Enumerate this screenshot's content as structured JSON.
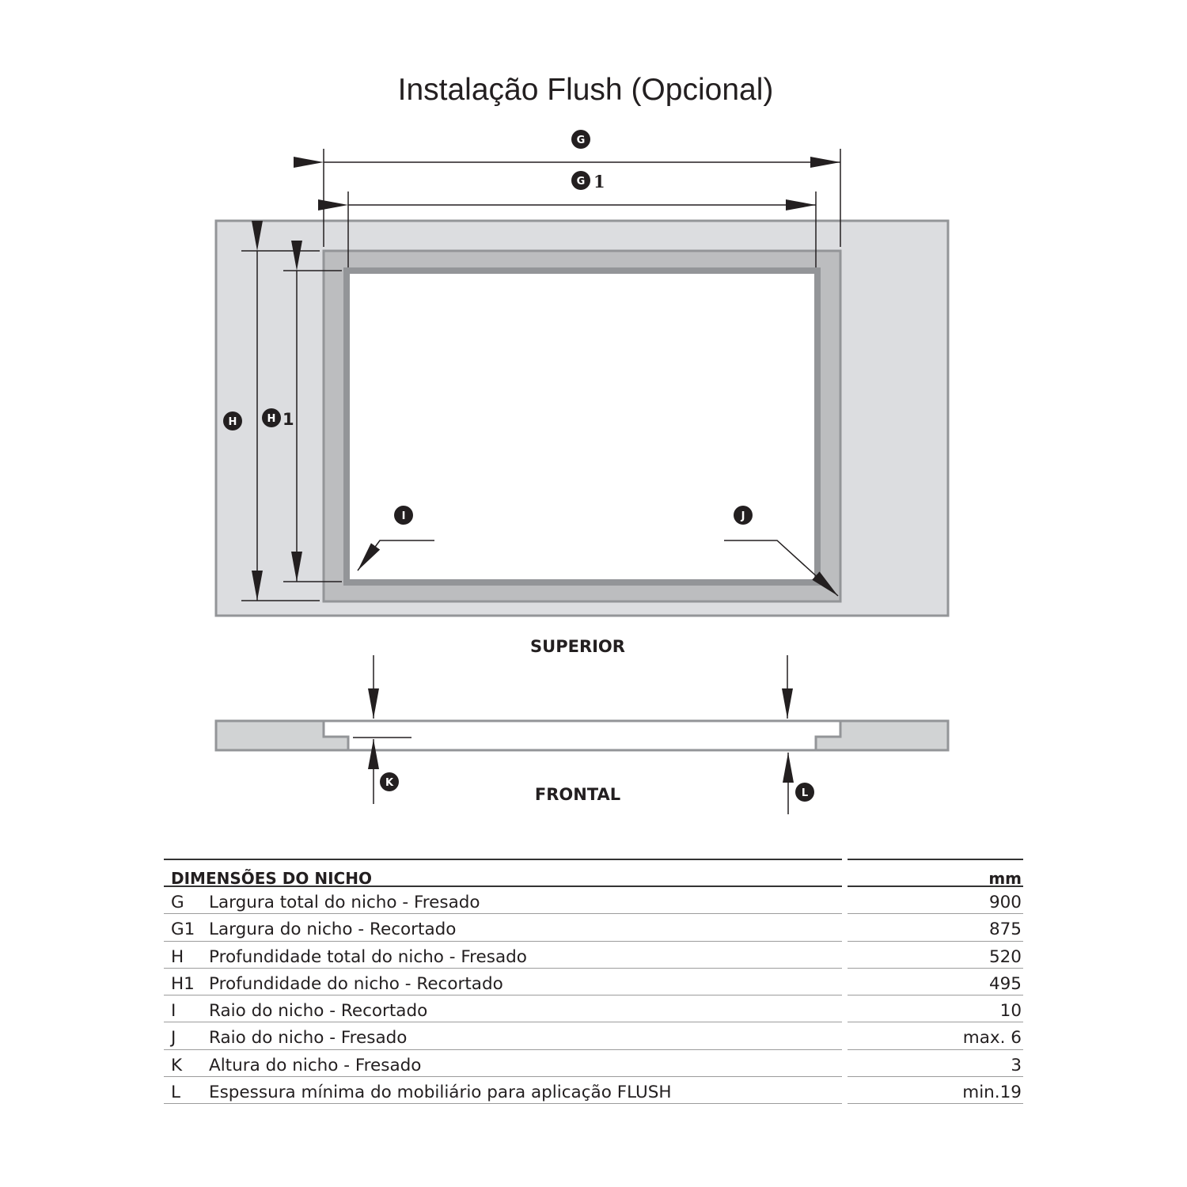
{
  "title": "Instalação Flush (Opcional)",
  "labels": {
    "G": "G",
    "G1_letter": "G",
    "G1_suffix": "1",
    "H": "H",
    "H1_letter": "H",
    "H1_suffix": "1",
    "I": "I",
    "J": "J",
    "K": "K",
    "L": "L"
  },
  "views": {
    "superior": "SUPERIOR",
    "frontal": "FRONTAL"
  },
  "table": {
    "header": "DIMENSÕES DO NICHO",
    "unit": "mm",
    "rows": [
      {
        "code": "G",
        "description": "Largura total do nicho - Fresado",
        "value": "900"
      },
      {
        "code": "G1",
        "description": "Largura do nicho - Recortado",
        "value": "875"
      },
      {
        "code": "H",
        "description": "Profundidade total do nicho - Fresado",
        "value": "520"
      },
      {
        "code": "H1",
        "description": "Profundidade do nicho - Recortado",
        "value": "495"
      },
      {
        "code": "I",
        "description": "Raio do nicho - Recortado",
        "value": "10"
      },
      {
        "code": "J",
        "description": "Raio do nicho - Fresado",
        "value": "max. 6"
      },
      {
        "code": "K",
        "description": "Altura do nicho - Fresado",
        "value": "3"
      },
      {
        "code": "L",
        "description": "Espessura mínima do mobiliário para aplicação FLUSH",
        "value": "min.19"
      }
    ]
  },
  "colors": {
    "countertop": "#dcdde0",
    "milled_frame": "#bcbdbf",
    "outline": "#939598",
    "ink": "#231f20"
  }
}
